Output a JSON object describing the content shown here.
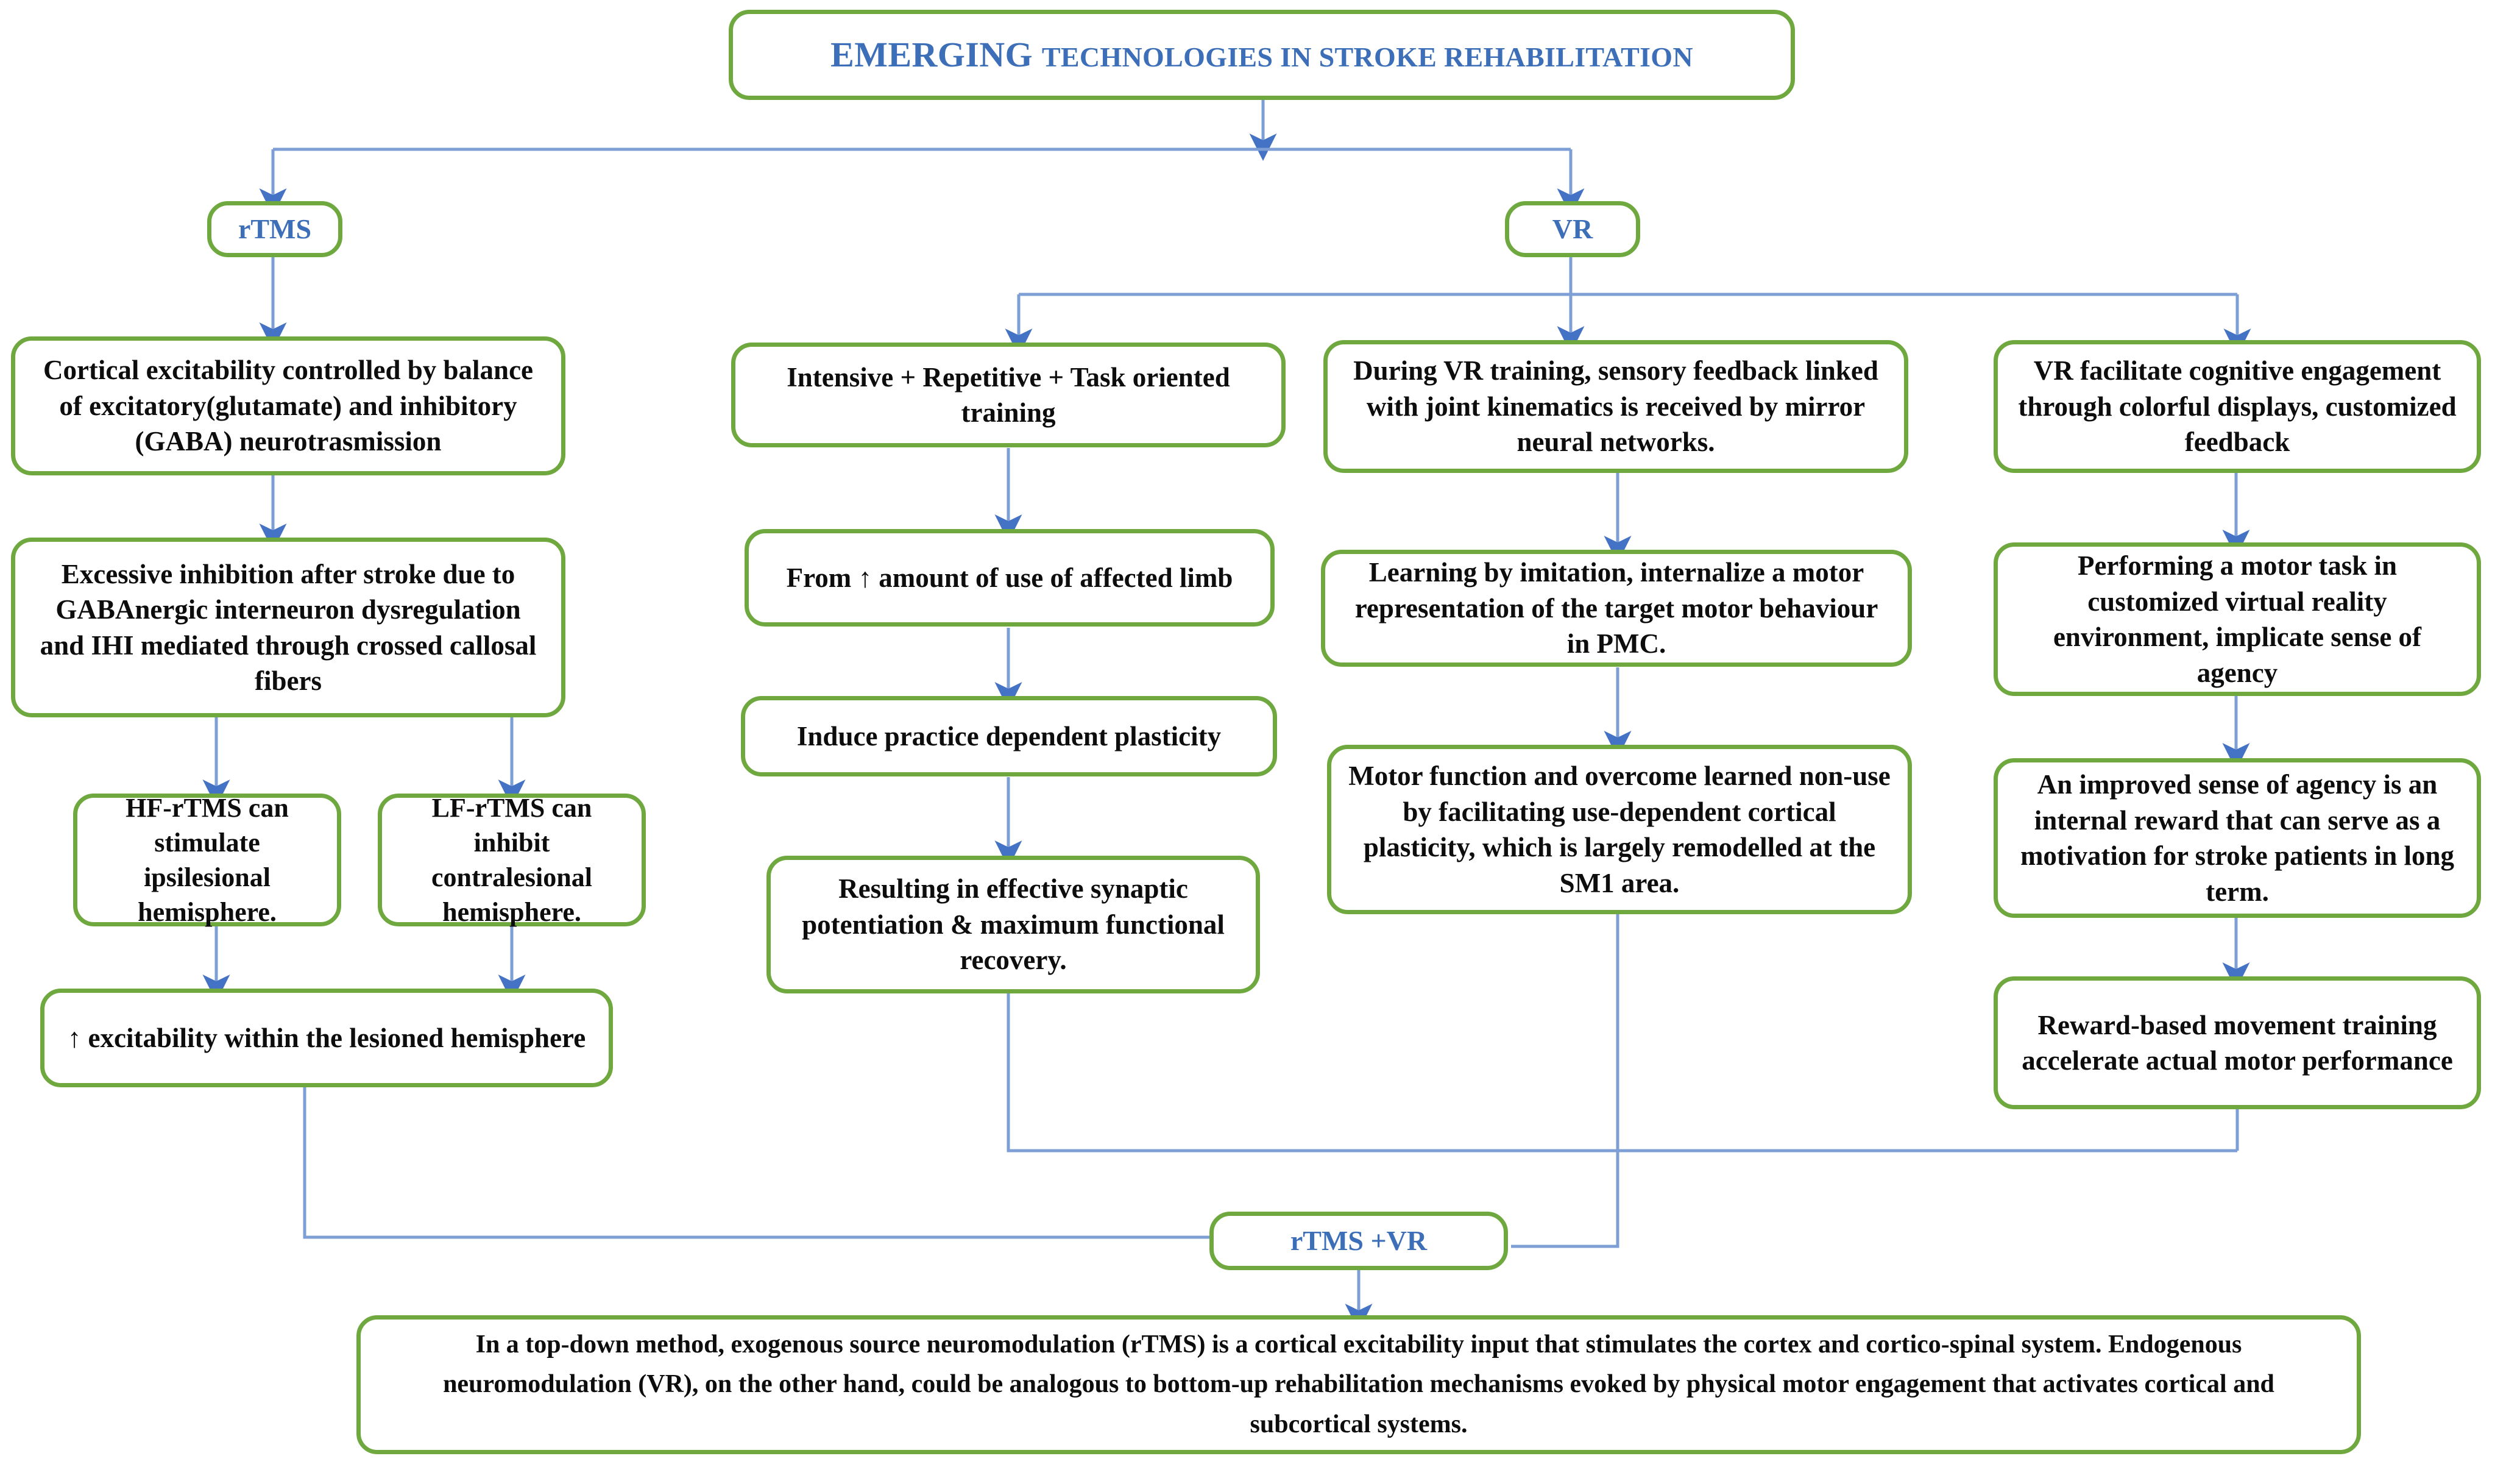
{
  "diagram": {
    "title": {
      "emphasis": "EMERGING ",
      "rest": "TECHNOLOGIES IN STROKE REHABILITATION"
    },
    "branch_labels": {
      "rtms": "rTMS",
      "vr": "VR",
      "combined": "rTMS +VR"
    },
    "columns": [
      {
        "name": "rtms-column",
        "nodes": [
          "Cortical excitability controlled by balance of excitatory(glutamate) and inhibitory (GABA) neurotrasmission",
          "Excessive inhibition after stroke due to GABAnergic interneuron dysregulation and IHI mediated through crossed callosal fibers"
        ],
        "split": [
          "HF-rTMS can stimulate ipsilesional hemisphere.",
          "LF-rTMS can inhibit contralesional hemisphere."
        ],
        "merge": "↑ excitability within the lesioned hemisphere"
      },
      {
        "name": "vr-training-column",
        "nodes": [
          "Intensive + Repetitive + Task oriented training",
          "From ↑ amount of use of affected limb",
          "Induce practice dependent plasticity",
          "Resulting in effective synaptic potentiation & maximum functional recovery."
        ]
      },
      {
        "name": "vr-mirror-column",
        "nodes": [
          "During VR training, sensory feedback linked with joint kinematics is received by mirror neural networks.",
          "Learning by imitation, internalize a motor representation of the target motor behaviour in PMC.",
          "Motor function and overcome learned non-use by facilitating use-dependent cortical plasticity, which is largely remodelled at the SM1 area."
        ]
      },
      {
        "name": "vr-cognitive-column",
        "nodes": [
          "VR facilitate cognitive engagement through  colorful displays, customized feedback",
          "Performing a motor task in customized virtual reality environment, implicate sense of agency",
          "An improved sense of agency is an internal reward that can serve as a motivation for stroke patients in long term.",
          "Reward-based movement training accelerate actual motor performance"
        ]
      }
    ],
    "conclusion": "In a top-down method, exogenous source neuromodulation (rTMS) is a cortical excitability input that stimulates the cortex and cortico-spinal system. Endogenous neuromodulation (VR), on the other hand, could be analogous to bottom-up rehabilitation mechanisms evoked by physical motor engagement that activates cortical and subcortical systems.",
    "colors": {
      "node_border": "#6FA83F",
      "connector": "#7D9FD6",
      "arrow": "#4472C4",
      "label_text": "#3D6FB8",
      "body_text": "#0d0d0d",
      "background": "#ffffff"
    }
  }
}
